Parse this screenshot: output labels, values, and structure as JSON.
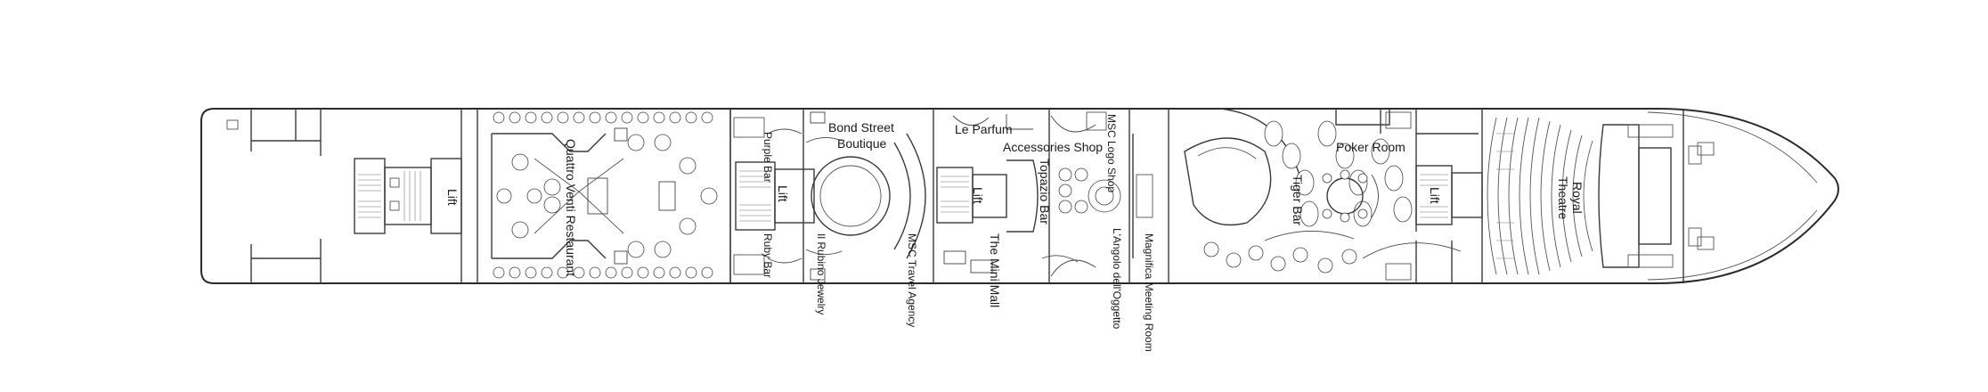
{
  "deck_plan": {
    "labels": {
      "quattro_venti": "Quattro Venti Restaurant",
      "lift_aft": "Lift",
      "purple_bar": "Purple Bar",
      "ruby_bar": "Ruby Bar",
      "lift_mid1": "Lift",
      "bond_street": "Bond Street",
      "boutique": "Boutique",
      "il_rubino": "Il Rubino Jewelry",
      "le_parfum": "Le Parfum",
      "accessories": "Accessories Shop",
      "msc_travel": "MSC Travel Agency",
      "lift_mid2": "Lift",
      "mini_mall": "The Mini Mall",
      "topazio": "Topazio Bar",
      "msc_logo": "MSC Logo Shop",
      "oggetto": "L'Angolo dell'Oggetto",
      "magnifica": "Magnifica Meeting Room",
      "tiger_bar": "Tiger Bar",
      "poker_room": "Poker Room",
      "lift_fwd": "Lift",
      "royal": "Royal",
      "theatre": "Theatre"
    }
  }
}
